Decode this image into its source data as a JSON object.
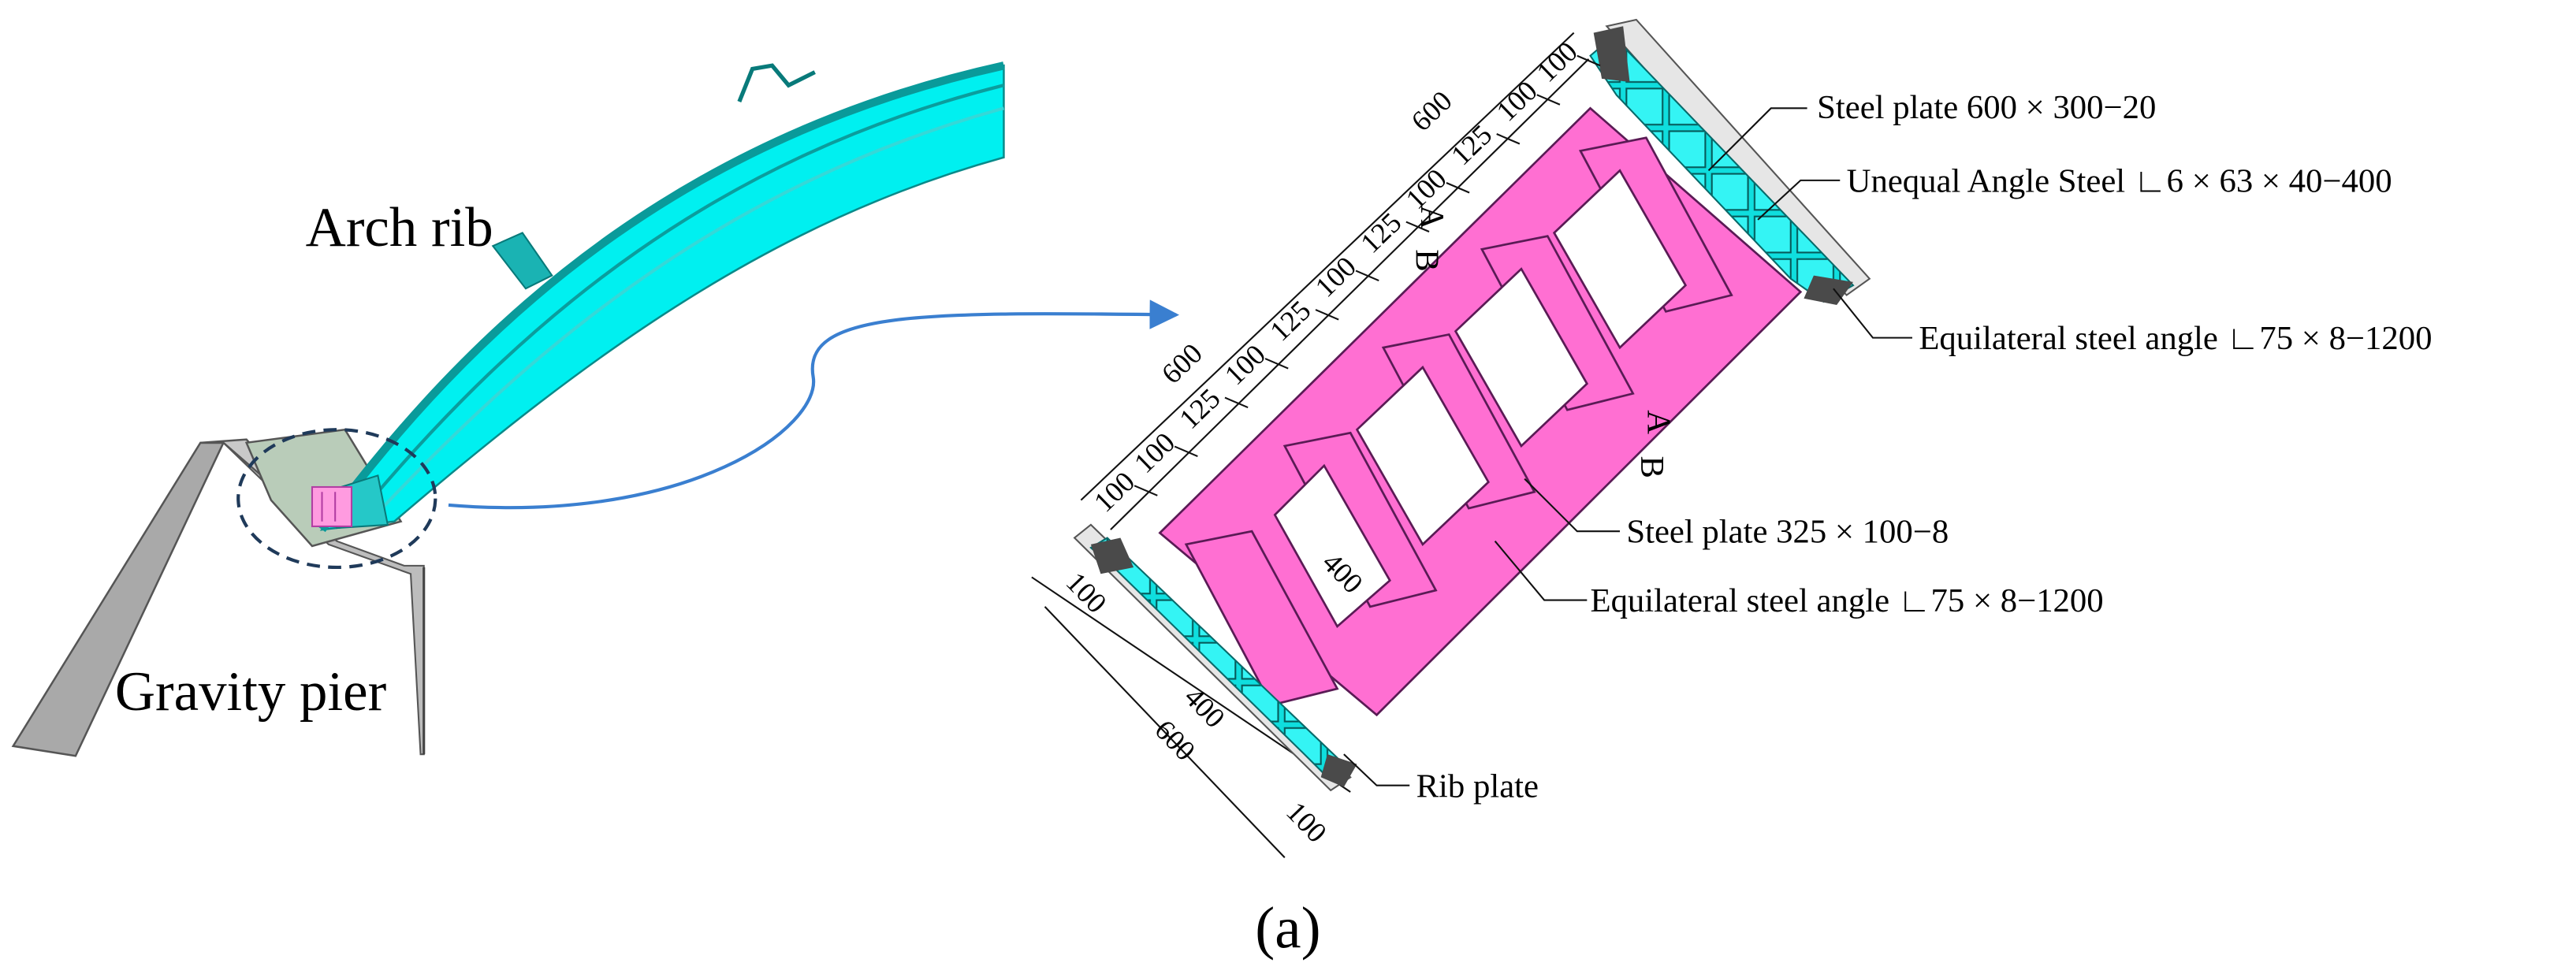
{
  "figure": {
    "caption": "(a)",
    "left_view": {
      "arch_rib_label": "Arch rib",
      "pier_label": "Gravity pier"
    },
    "detail": {
      "labels": {
        "top_plate": "Steel plate 600 × 300−20",
        "unequal_angle": "Unequal Angle Steel ∟6 × 63 × 40−400",
        "equal_angle_right": "Equilateral steel angle ∟75 × 8−1200",
        "web_plate": "Steel plate 325 × 100−8",
        "equal_angle_bottom": "Equilateral steel angle ∟75 × 8−1200",
        "rib_plate": "Rib plate"
      },
      "section_marks": {
        "a1": "A",
        "b1": "B",
        "a2": "A",
        "b2": "B"
      },
      "dimensions": {
        "top_total": "600",
        "mid_total": "600",
        "chain": [
          "100",
          "100",
          "125",
          "100",
          "125",
          "100",
          "125",
          "100",
          "125",
          "100",
          "100"
        ],
        "inner_width": "400",
        "bottom_left": "100",
        "bottom_mid": "400",
        "bottom_total": "600",
        "bottom_right": "100"
      }
    },
    "colors": {
      "rib_cyan": "#00f0f0",
      "plate_magenta": "#ff6fd2",
      "pier_gray": "#a9a9a9",
      "leader_blue": "#3a7fd0",
      "end_plate_dark": "#4a4a4a"
    }
  }
}
